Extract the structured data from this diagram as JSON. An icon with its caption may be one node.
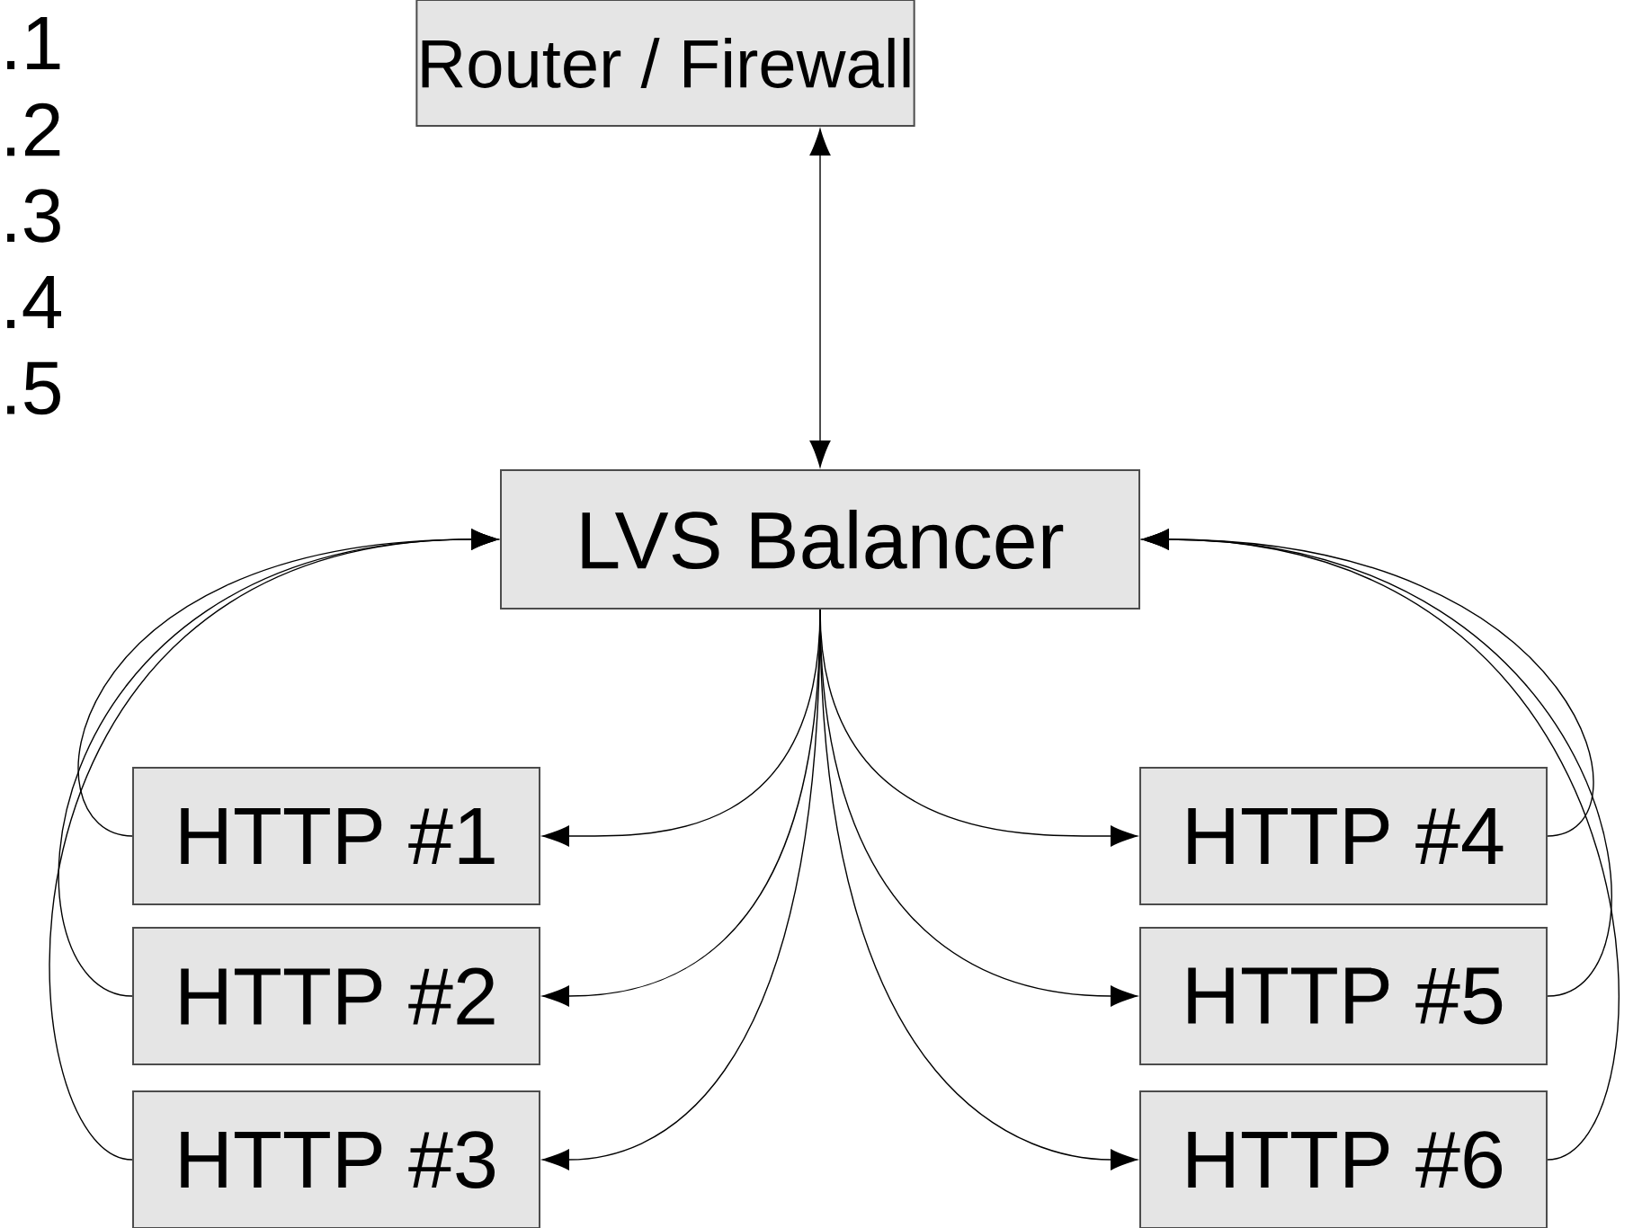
{
  "diagram": {
    "nodes": [
      {
        "text": [
          "Router / Firewall"
        ]
      },
      {
        "text": [
          "LVS Balancer"
        ]
      },
      {
        "text": [
          "HTTP #1"
        ]
      },
      {
        "text": [
          "HTTP #2"
        ]
      },
      {
        "text": [
          "HTTP #3"
        ]
      },
      {
        "text": [
          "HTTP #4"
        ]
      },
      {
        "text": [
          "HTTP #5"
        ]
      },
      {
        "text": [
          "HTTP #6"
        ]
      }
    ],
    "edges": [
      {
        "from": 0,
        "to": 1,
        "arrow": "both"
      },
      {
        "from": 1,
        "to": 2,
        "arrow": "to"
      },
      {
        "from": 1,
        "to": 3,
        "arrow": "to"
      },
      {
        "from": 1,
        "to": 4,
        "arrow": "to"
      },
      {
        "from": 1,
        "to": 5,
        "arrow": "to"
      },
      {
        "from": 1,
        "to": 6,
        "arrow": "to"
      },
      {
        "from": 1,
        "to": 7,
        "arrow": "to"
      },
      {
        "from": 2,
        "to": 1,
        "arrow": "to"
      },
      {
        "from": 3,
        "to": 1,
        "arrow": "to"
      },
      {
        "from": 4,
        "to": 1,
        "arrow": "to"
      },
      {
        "from": 5,
        "to": 1,
        "arrow": "to"
      },
      {
        "from": 6,
        "to": 1,
        "arrow": "to"
      },
      {
        "from": 7,
        "to": 1,
        "arrow": "to"
      }
    ],
    "labels": [
      ".1",
      ".2",
      ".3",
      ".4",
      ".5"
    ]
  }
}
